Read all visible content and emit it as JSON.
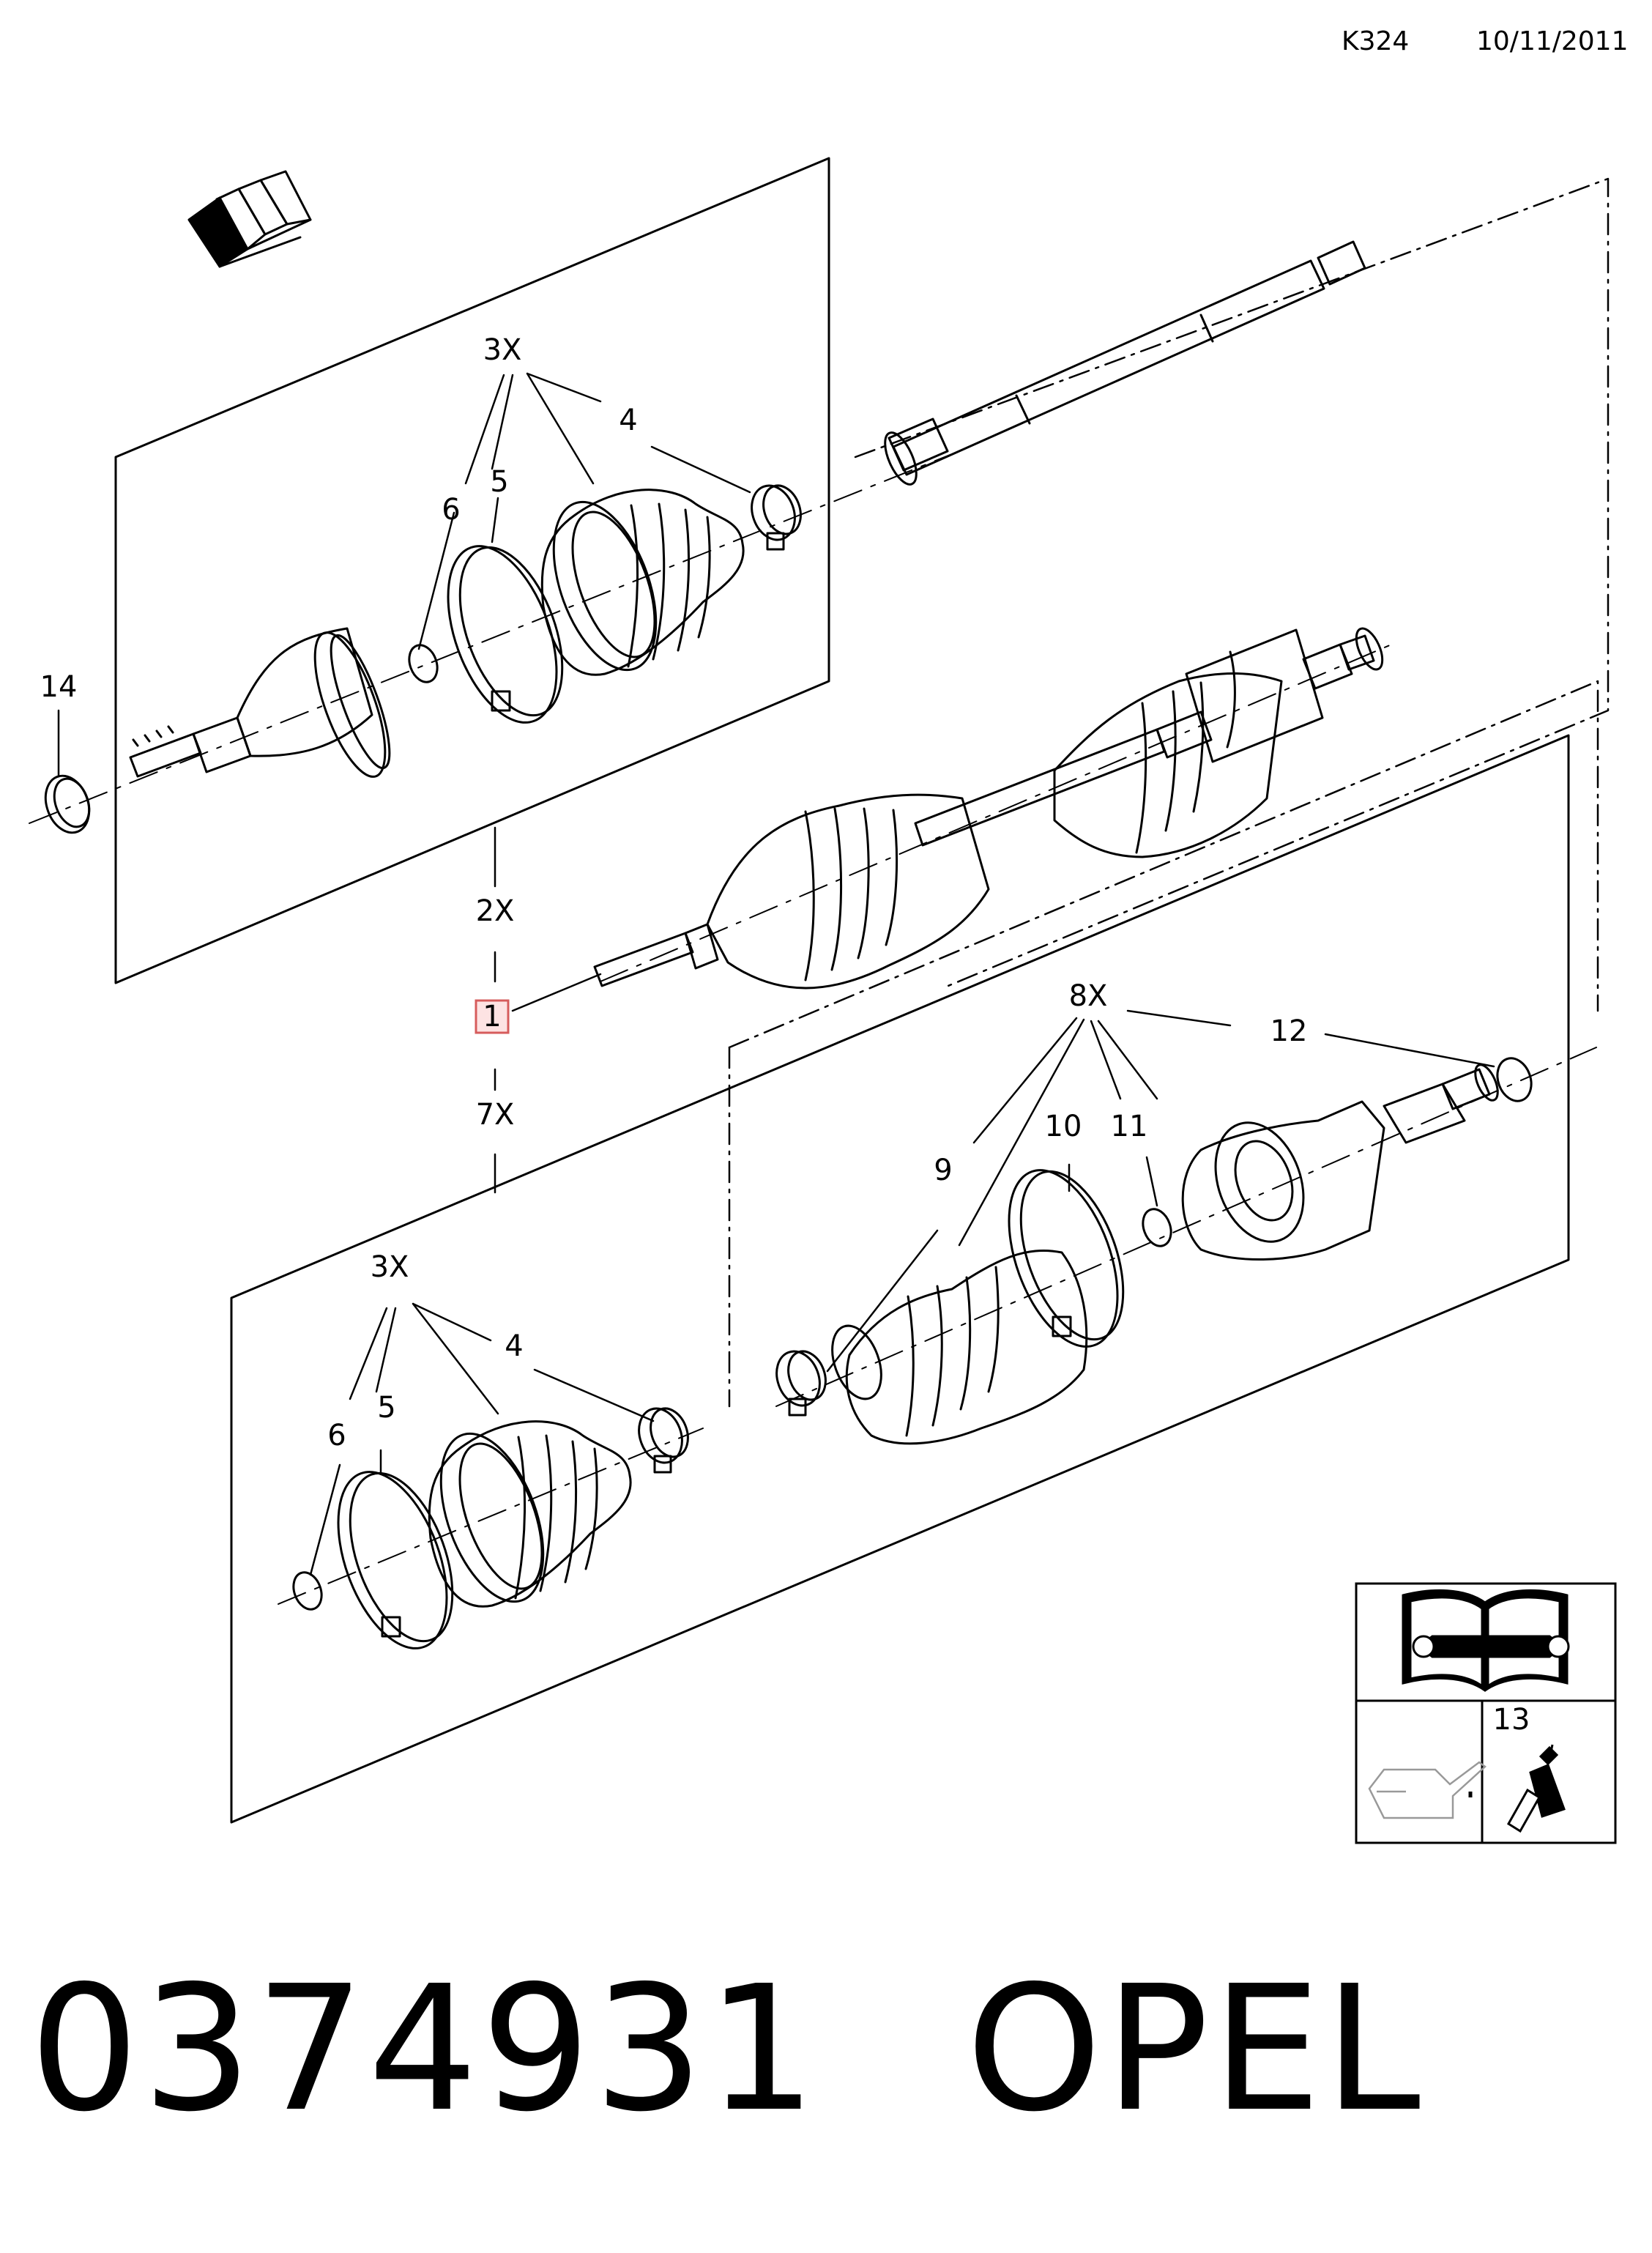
{
  "header": {
    "code": "K324",
    "date": "10/11/2011"
  },
  "callouts": {
    "qty_3x_top": "3X",
    "p4_top": "4",
    "p5_top": "5",
    "p6_top": "6",
    "p14": "14",
    "qty_2x": "2X",
    "p1": "1",
    "qty_7x": "7X",
    "qty_8x": "8X",
    "p12": "12",
    "p10": "10",
    "p11": "11",
    "p9": "9",
    "qty_3x_bottom": "3X",
    "p4_bottom": "4",
    "p5_bottom": "5",
    "p6_bottom": "6",
    "p13": "13"
  },
  "footer": {
    "part_number": "0374931",
    "brand": "OPEL"
  },
  "colors": {
    "highlight_fill": "#fde3e3",
    "highlight_stroke": "#d65c5c",
    "ink": "#000000"
  }
}
